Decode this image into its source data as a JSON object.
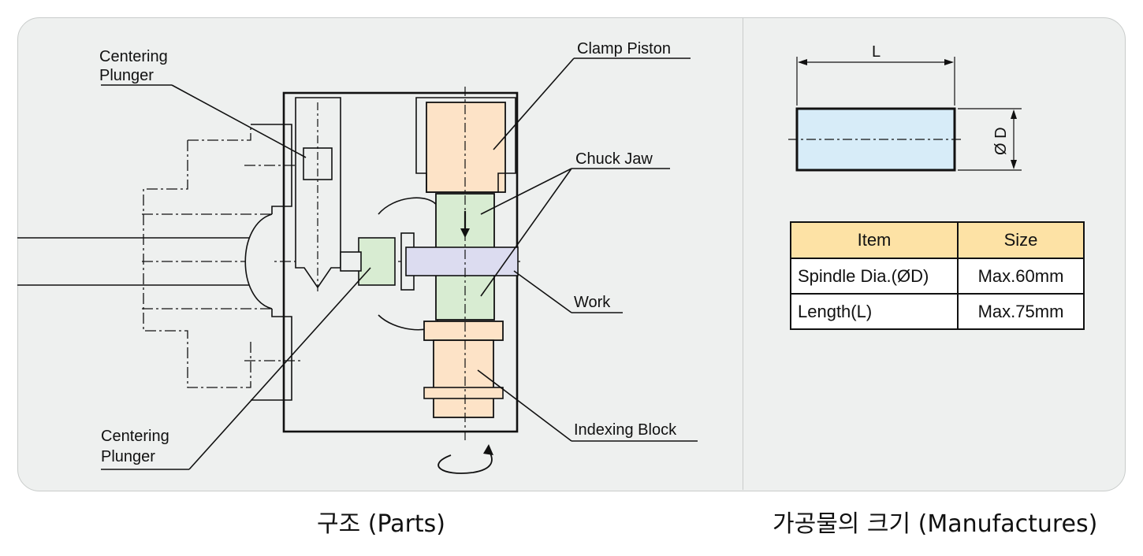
{
  "parts": {
    "labels": {
      "centering_plunger_top": "Centering\nPlunger",
      "clamp_piston": "Clamp Piston",
      "chuck_jaw": "Chuck Jaw",
      "work": "Work",
      "indexing_block": "Indexing Block",
      "centering_plunger_bottom": "Centering\nPlunger"
    },
    "caption": "구조 (Parts)"
  },
  "manufactures": {
    "length_label": "L",
    "diameter_label": "Ø D",
    "table": {
      "headers": [
        "Item",
        "Size"
      ],
      "rows": [
        [
          "Spindle Dia.(ØD)",
          "Max.60mm"
        ],
        [
          "Length(L)",
          "Max.75mm"
        ]
      ]
    },
    "caption": "가공물의 크기 (Manufactures)"
  },
  "colors": {
    "panel_bg": "#eef0ef",
    "piston_fill": "#fde3c7",
    "jaw_fill": "#d8ecd2",
    "work_fill": "#dcdcf0",
    "workpiece_fill": "#d7ecf8",
    "table_header_fill": "#fde2a5"
  }
}
